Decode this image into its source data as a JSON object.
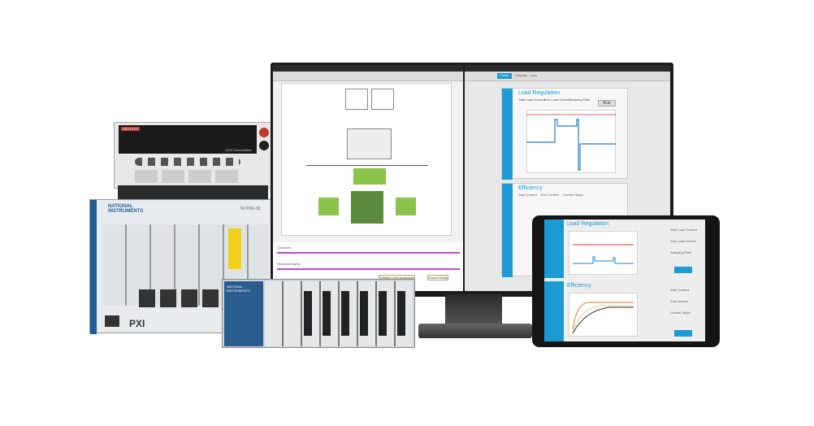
{
  "keithley": {
    "brand": "KEITHLEY",
    "model": "2450 SourceMeter"
  },
  "pxi": {
    "brand": "NATIONAL INSTRUMENTS",
    "model": "NI PXIe-10",
    "logo": "PXI"
  },
  "cdaq": {
    "brand": "NATIONAL INSTRUMENTS"
  },
  "left_screen": {
    "labels": {
      "channels": "Channels",
      "resource": "Resource Name",
      "voltage": "Voltage Level Autorange",
      "delay": "Source Delay"
    }
  },
  "right_screen": {
    "tabs": [
      "Panel",
      "Diagram",
      "Icon"
    ],
    "load_regulation": {
      "title": "Load Regulation",
      "fields": [
        "Start Load Current",
        "End Load Current",
        "Sampling Rate"
      ],
      "run": "Run"
    },
    "efficiency": {
      "title": "Efficiency",
      "fields": [
        "Start Current",
        "End Current",
        "Current Steps"
      ]
    }
  },
  "tablet": {
    "load_regulation": {
      "title": "Load Regulation",
      "fields": [
        "Start Load Current",
        "End Load Current",
        "Sampling Rate"
      ]
    },
    "efficiency": {
      "title": "Efficiency",
      "fields": [
        "Start Current",
        "End Current",
        "Current Steps"
      ]
    }
  },
  "colors": {
    "accent": "#1b9ad6",
    "trace": "#1b7fc4",
    "limit": "#c0392b"
  }
}
